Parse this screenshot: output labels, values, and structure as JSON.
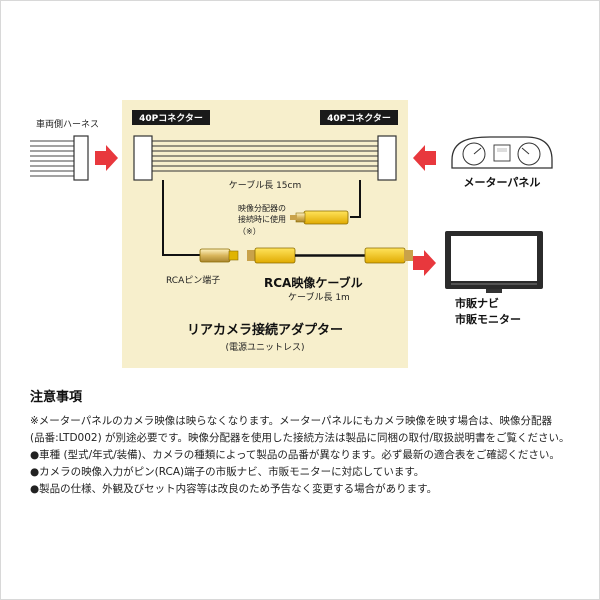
{
  "diagram": {
    "vehicle_harness": "車両側ハーネス",
    "connector_left": "40Pコネクター",
    "connector_right": "40Pコネクター",
    "cable_length": "ケーブル長 15cm",
    "splitter_line1": "映像分配器の",
    "splitter_line2": "接続時に使用",
    "splitter_line3": "（※）",
    "rca_pin": "RCAピン端子",
    "rca_cable": "RCA映像ケーブル",
    "rca_cable_length": "ケーブル長 1m",
    "meter_panel": "メーターパネル",
    "navi_line1": "市販ナビ",
    "navi_line2": "市販モニター",
    "adapter_title": "リアカメラ接続アダプター",
    "adapter_subtitle": "(電源ユニットレス)"
  },
  "notes": {
    "title": "注意事項",
    "lines": [
      "※メーターパネルのカメラ映像は映らなくなります。メーターパネルにもカメラ映像を映す場合は、映像分配器",
      "(品番:LTD002) が別途必要です。映像分配器を使用した接続方法は製品に同梱の取付/取扱説明書をご覧ください。",
      "●車種 (型式/年式/装備)、カメラの種類によって製品の品番が異なります。必ず最新の適合表をご確認ください。",
      "●カメラの映像入力がピン(RCA)端子の市販ナビ、市販モニターに対応しています。",
      "●製品の仕様、外観及びセット内容等は改良のため予告なく変更する場合があります。"
    ]
  },
  "colors": {
    "panel": "#f7efcc",
    "arrow": "#e8383d",
    "label_bg": "#1a1a1a",
    "plug_yellow": "#f5c400",
    "plug_gold": "#d9b65c"
  }
}
